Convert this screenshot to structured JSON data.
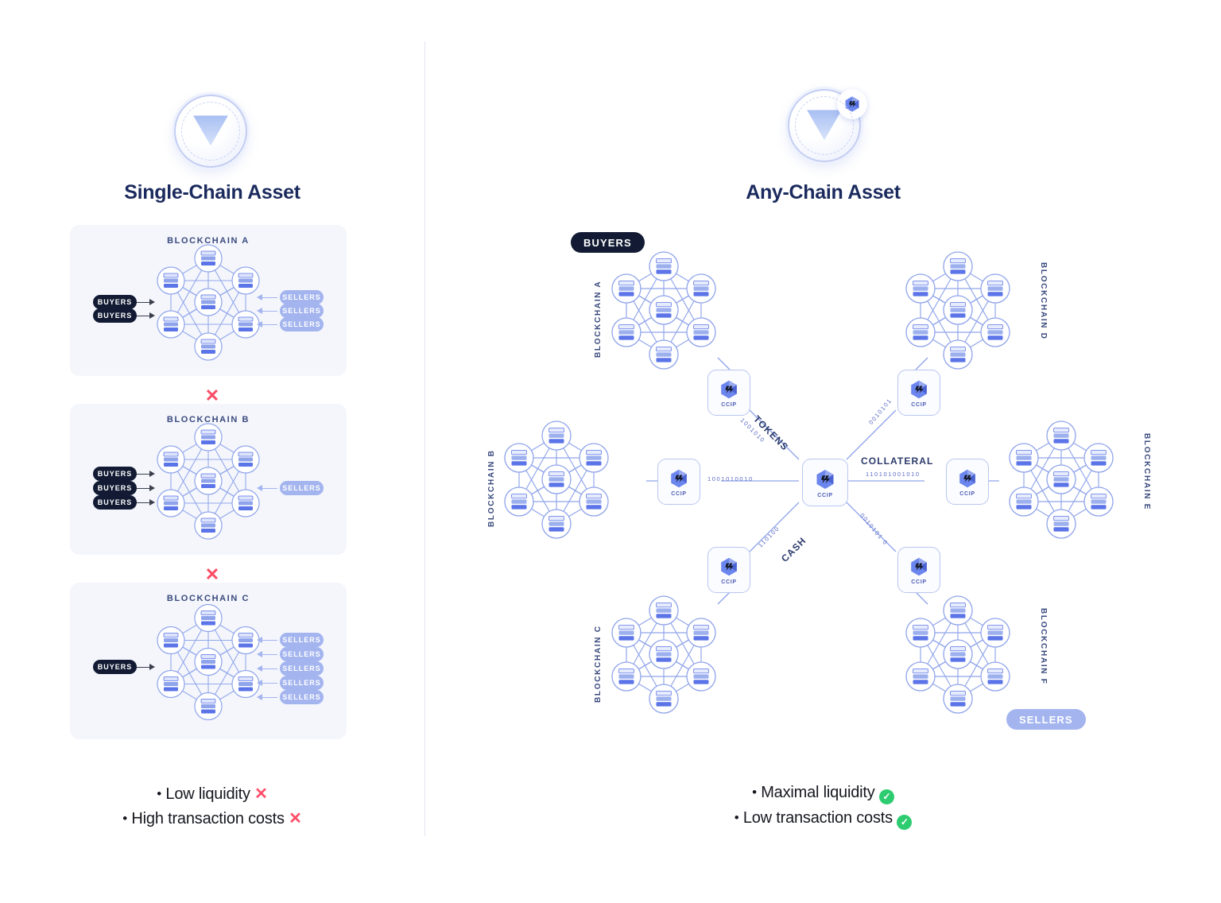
{
  "left": {
    "title": "Single-Chain Asset",
    "coin_icon": "coin-token-icon",
    "cards": [
      {
        "title": "BLOCKCHAIN A",
        "buyers": [
          "BUYERS",
          "BUYERS"
        ],
        "sellers": [
          "SELLERS",
          "SELLERS",
          "SELLERS"
        ]
      },
      {
        "title": "BLOCKCHAIN B",
        "buyers": [
          "BUYERS",
          "BUYERS",
          "BUYERS"
        ],
        "sellers": [
          "SELLERS"
        ]
      },
      {
        "title": "BLOCKCHAIN C",
        "buyers": [
          "BUYERS"
        ],
        "sellers": [
          "SELLERS",
          "SELLERS",
          "SELLERS",
          "SELLERS",
          "SELLERS"
        ]
      }
    ],
    "separators": [
      "✕",
      "✕"
    ],
    "bullets": [
      {
        "dot": "•",
        "text": "Low liquidity",
        "mark": "✕",
        "mark_type": "x"
      },
      {
        "dot": "•",
        "text": "High transaction costs",
        "mark": "✕",
        "mark_type": "x"
      }
    ]
  },
  "right": {
    "title": "Any-Chain Asset",
    "coin_icon": "coin-token-ccip-icon",
    "buyers_tag": "BUYERS",
    "sellers_tag": "SELLERS",
    "hub": {
      "label": "CCIP"
    },
    "spokes": [
      {
        "id": "a",
        "chain": "BLOCKCHAIN A",
        "ccip": "CCIP",
        "edge_label": "TOKENS",
        "binary": "1001010"
      },
      {
        "id": "b",
        "chain": "BLOCKCHAIN B",
        "ccip": "CCIP",
        "edge_label": "",
        "binary": "1001010010"
      },
      {
        "id": "c",
        "chain": "BLOCKCHAIN C",
        "ccip": "CCIP",
        "edge_label": "CASH",
        "binary": "110100"
      },
      {
        "id": "d",
        "chain": "BLOCKCHAIN D",
        "ccip": "CCIP",
        "edge_label": "",
        "binary": "0010101"
      },
      {
        "id": "e",
        "chain": "BLOCKCHAIN E",
        "ccip": "CCIP",
        "edge_label": "COLLATERAL",
        "binary": "110101001010"
      },
      {
        "id": "f",
        "chain": "BLOCKCHAIN F",
        "ccip": "CCIP",
        "edge_label": "",
        "binary": "0010101 0"
      }
    ],
    "bullets": [
      {
        "dot": "•",
        "text": "Maximal liquidity",
        "mark": "✓",
        "mark_type": "check"
      },
      {
        "dot": "•",
        "text": "Low transaction costs",
        "mark": "✓",
        "mark_type": "check"
      }
    ]
  },
  "colors": {
    "accent_blue": "#5b74e8",
    "node_blue": "#8fa4ea",
    "dark_navy": "#1b2a5e",
    "pill_dark": "#121b33",
    "pill_light": "#a3b4ef",
    "error_red": "#fa4d66",
    "success_green": "#2ecc71",
    "card_bg": "#f4f6fc"
  }
}
